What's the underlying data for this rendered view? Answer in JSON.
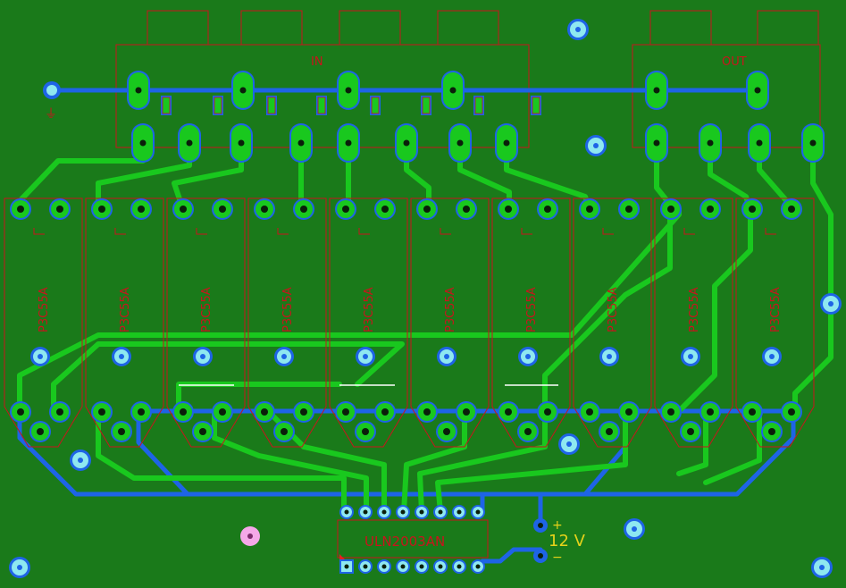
{
  "labels": {
    "in": "IN",
    "out": "OUT",
    "ic": "ULN2003AN",
    "supply": "12 V",
    "plus": "+",
    "minus": "−",
    "ground": "⏚"
  },
  "relays": {
    "part": "P3C55A",
    "count": 10
  },
  "colors": {
    "board": "#1a7a1a",
    "silk_red": "#c8141c",
    "silk_yellow": "#e6d21a",
    "trace_green": "#19c81e",
    "trace_blue": "#1e64e6",
    "pad_cyan": "#8ee8f0",
    "pad_pink": "#f4a8e8"
  }
}
